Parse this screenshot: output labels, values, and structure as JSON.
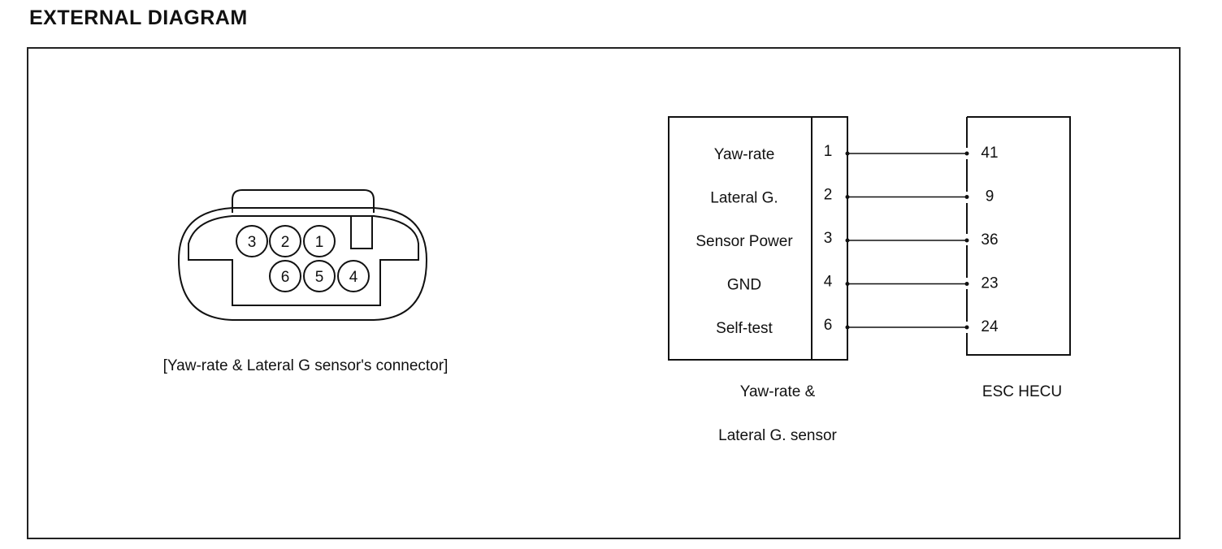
{
  "title": "EXTERNAL DIAGRAM",
  "connector": {
    "caption": "[Yaw-rate & Lateral G sensor's connector]",
    "pins_top": [
      "3",
      "2",
      "1"
    ],
    "pins_bottom": [
      "6",
      "5",
      "4"
    ]
  },
  "sensor": {
    "caption_line1": "Yaw-rate &",
    "caption_line2": "Lateral G. sensor",
    "rows": [
      {
        "label": "Yaw-rate",
        "pin": "1",
        "hecu": "41"
      },
      {
        "label": "Lateral G.",
        "pin": "2",
        "hecu": "9"
      },
      {
        "label": "Sensor Power",
        "pin": "3",
        "hecu": "36"
      },
      {
        "label": "GND",
        "pin": "4",
        "hecu": "23"
      },
      {
        "label": "Self-test",
        "pin": "6",
        "hecu": "24"
      }
    ]
  },
  "hecu": {
    "caption": "ESC HECU"
  }
}
